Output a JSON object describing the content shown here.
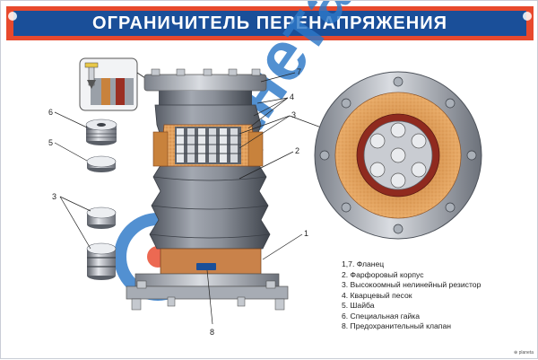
{
  "poster": {
    "title": "ОГРАНИЧИТЕЛЬ ПЕРЕНАПРЯЖЕНИЯ",
    "watermark": "планета",
    "corner_badge": "⊕ planeta"
  },
  "callouts": {
    "flange_top": "7",
    "gasket": "4",
    "resistors": "3",
    "porcelain": "2",
    "flange_bottom": "1",
    "valve": "8",
    "nut": "6",
    "washer": "5",
    "parts": "3"
  },
  "legend": {
    "items": [
      "1,7. Фланец",
      "2. Фарфоровый корпус",
      "3. Высокоомный нелинейный резистор",
      "4. Кварцевый песок",
      "5. Шайба",
      "6. Специальная гайка",
      "8. Предохранительный клапан"
    ]
  },
  "colors": {
    "header_red": "#e8492d",
    "header_blue": "#1a4f99",
    "porcelain": "#7f8590",
    "sand": "#e0a060",
    "flange": "#b9bec6",
    "watermark_blue": "#2d78c8"
  }
}
